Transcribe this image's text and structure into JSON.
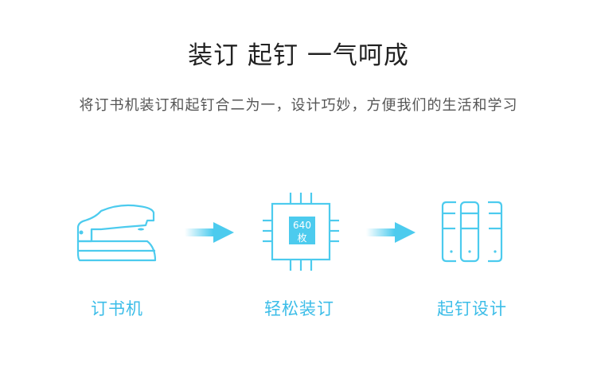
{
  "header": {
    "title": "装订 起钉 一气呵成",
    "subtitle": "将订书机装订和起钉合二为一，设计巧妙，方便我们的生活和学习"
  },
  "steps": [
    {
      "label": "订书机",
      "icon": "stapler-icon"
    },
    {
      "label": "轻松装订",
      "icon": "chip-icon",
      "chip_number": "640",
      "chip_unit": "枚"
    },
    {
      "label": "起钉设计",
      "icon": "binders-icon"
    }
  ],
  "colors": {
    "accent": "#4ccbee",
    "text": "#222222",
    "subtext": "#555555"
  }
}
